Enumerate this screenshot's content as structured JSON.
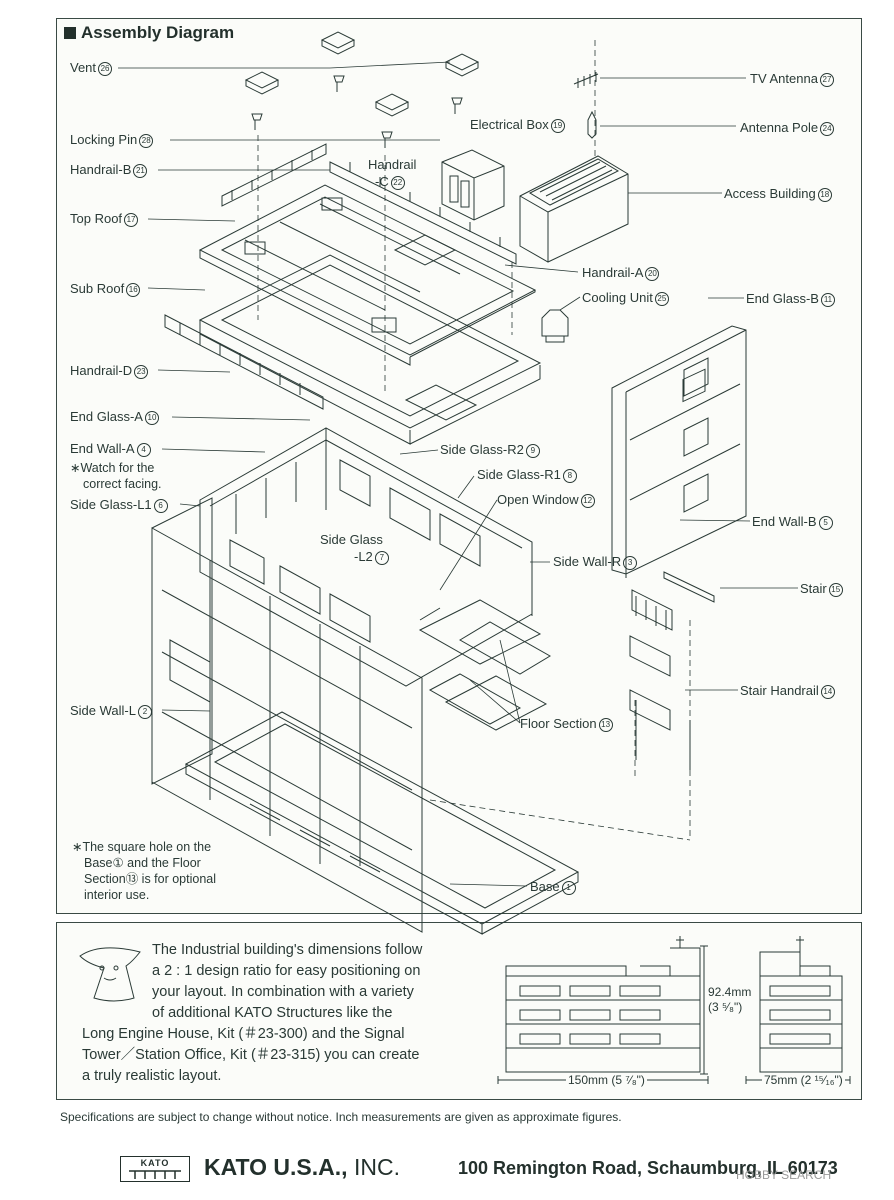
{
  "title": "Assembly Diagram",
  "labels": {
    "vent": "Vent",
    "locking_pin": "Locking Pin",
    "handrail_b": "Handrail-B",
    "handrail_c_1": "Handrail",
    "handrail_c_2": "-C",
    "top_roof": "Top Roof",
    "sub_roof": "Sub Roof",
    "handrail_d": "Handrail-D",
    "end_glass_a": "End Glass-A",
    "end_wall_a": "End Wall-A",
    "side_glass_l1": "Side Glass-L1",
    "side_glass_l2_1": "Side Glass",
    "side_glass_l2_2": "-L2",
    "side_wall_l": "Side Wall-L",
    "tv_antenna": "TV Antenna",
    "antenna_pole": "Antenna Pole",
    "electrical_box": "Electrical Box",
    "access_building": "Access Building",
    "handrail_a": "Handrail-A",
    "cooling_unit": "Cooling Unit",
    "end_glass_b": "End Glass-B",
    "side_glass_r2": "Side Glass-R2",
    "side_glass_r1": "Side Glass-R1",
    "open_window": "Open Window",
    "side_wall_r": "Side Wall-R",
    "end_wall_b": "End Wall-B",
    "stair": "Stair",
    "stair_handrail": "Stair Handrail",
    "floor_section": "Floor Section",
    "base": "Base"
  },
  "numbers": {
    "vent": "26",
    "locking_pin": "28",
    "handrail_b": "21",
    "handrail_c": "22",
    "top_roof": "17",
    "sub_roof": "16",
    "handrail_d": "23",
    "end_glass_a": "10",
    "end_wall_a": "4",
    "side_glass_l1": "6",
    "side_glass_l2": "7",
    "side_wall_l": "2",
    "tv_antenna": "27",
    "antenna_pole": "24",
    "electrical_box": "19",
    "access_building": "18",
    "handrail_a": "20",
    "cooling_unit": "25",
    "end_glass_b": "11",
    "side_glass_r2": "9",
    "side_glass_r1": "8",
    "open_window": "12",
    "side_wall_r": "3",
    "end_wall_b": "5",
    "stair": "15",
    "stair_handrail": "14",
    "floor_section": "13",
    "base": "1"
  },
  "notes": {
    "watch_1": "∗Watch for the",
    "watch_2": "correct facing.",
    "hole_1": "∗The square hole on the",
    "hole_2": "Base①  and the Floor",
    "hole_3": "Section⑬ is for optional",
    "hole_4": "interior use."
  },
  "info": {
    "text_1": "The Industrial building's dimensions follow",
    "text_2": "a 2 : 1 design ratio for easy positioning on",
    "text_3": "your layout. In combination with a variety",
    "text_4": "of additional KATO Structures like the",
    "text_5": "Long Engine House, Kit (＃23-300) and the Signal",
    "text_6": "Tower／Station Office, Kit (＃23-315) you can create",
    "text_7": "a truly realistic layout."
  },
  "dimensions": {
    "height_mm": "92.4mm",
    "height_in": "(3 ⁵⁄₈\")",
    "width_mm": "150mm (5 ⁷⁄₈\")",
    "depth_mm": "75mm (2 ¹⁵⁄₁₆\")"
  },
  "specs": "Specifications are subject to change without notice. Inch measurements are given as approximate figures.",
  "footer": {
    "logo": "KATO",
    "company": "KATO U.S.A.,",
    "inc": "INC.",
    "address": "100 Remington Road, Schaumburg, IL 60173"
  },
  "watermark": "HOBBY SEARCH",
  "colors": {
    "ink": "#2a3a36",
    "paper": "#fbfcf9"
  }
}
